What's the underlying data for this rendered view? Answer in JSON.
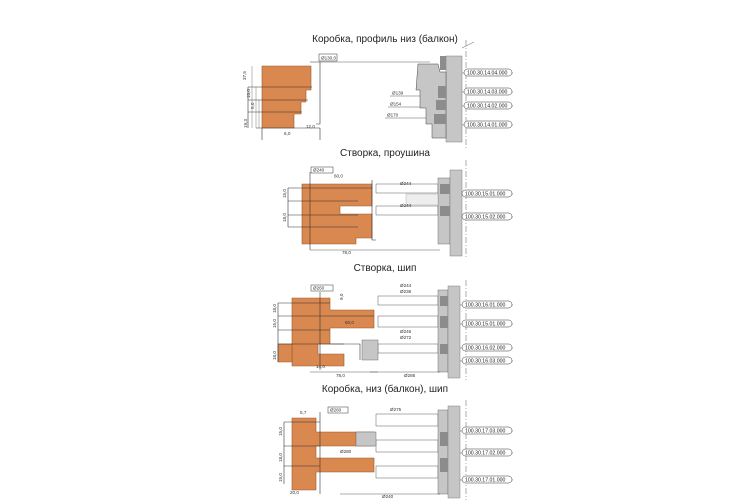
{
  "colors": {
    "wood": "#d9884f",
    "wood_edge": "#9c5a2a",
    "cutter_dark": "#8c8c8c",
    "cutter_light": "#c6c6c6",
    "line": "#333333"
  },
  "sections": [
    {
      "title": "Коробка, профиль низ (балкон)",
      "codes": [
        "100.30.14.04.000",
        "100.30.14.03.000",
        "100.30.14.02.000",
        "100.30.14.01.000"
      ],
      "dims": {
        "top": "Ø130,0",
        "d1": "Ø139",
        "d2": "Ø154",
        "d3": "Ø170",
        "left": [
          "37,5",
          "15,0",
          "5,0",
          "19,3"
        ],
        "bottom": [
          "6,0",
          "12,0"
        ]
      }
    },
    {
      "title": "Створка, проушина",
      "codes": [
        "100.30.15.01.000",
        "100.30.15.02.000"
      ],
      "dims": {
        "top1": "Ø240",
        "top2": "60,0",
        "d1": "Ø244",
        "d2": "Ø244",
        "left": [
          "15,0",
          "18,0"
        ],
        "bottom": "78,0"
      }
    },
    {
      "title": "Створка, шип",
      "codes": [
        "100.30.16.01.000",
        "100.30.15.01.000",
        "100.30.16.02.000",
        "100.30.16.03.000"
      ],
      "dims": {
        "top1": "Ø260",
        "top2": "9,0",
        "d1": "Ø244",
        "d2": "Ø236",
        "mid": "60,0",
        "d3": "Ø246",
        "d4": "Ø272",
        "left": [
          "18,0",
          "15,0",
          "18,0"
        ],
        "bottom": [
          "14,0",
          "78,0"
        ],
        "base": "Ø286"
      }
    },
    {
      "title": "Коробка, низ (балкон), шип",
      "codes": [
        "100.30.17.03.000",
        "100.30.17.02.000",
        "100.30.17.01.000"
      ],
      "dims": {
        "top1": "5,7",
        "top2": "Ø260",
        "d1": "Ø275",
        "d2": "Ø280",
        "left": [
          "15,0",
          "18,0",
          "15,0"
        ],
        "bottom": "20,0",
        "base": "Ø240"
      }
    }
  ]
}
